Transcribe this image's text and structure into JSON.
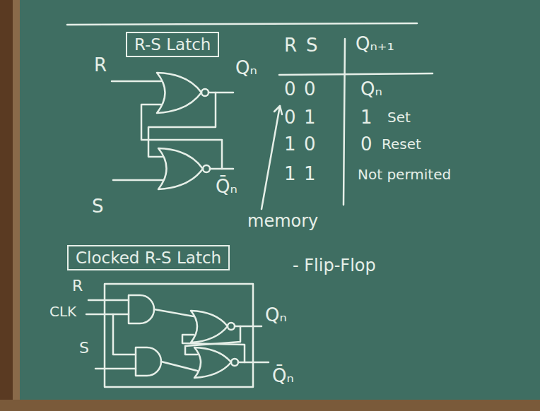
{
  "diagram": {
    "nodes": [
      {
        "text": [
          "R-S Latch"
        ]
      },
      {
        "text": [
          "Clocked R-S Latch"
        ]
      }
    ],
    "labels": [
      "R",
      "S",
      "Qₙ",
      "Q̄ₙ",
      "R",
      "S",
      "Qₙ₊₁",
      "0",
      "0",
      "Qₙ",
      "0",
      "1",
      "1",
      "Set",
      "1",
      "0",
      "0",
      "Reset",
      "1",
      "1",
      "Not permited",
      "memory",
      "- Flip-Flop",
      "R",
      "CLK",
      "S",
      "Qₙ",
      "Q̄ₙ"
    ]
  }
}
